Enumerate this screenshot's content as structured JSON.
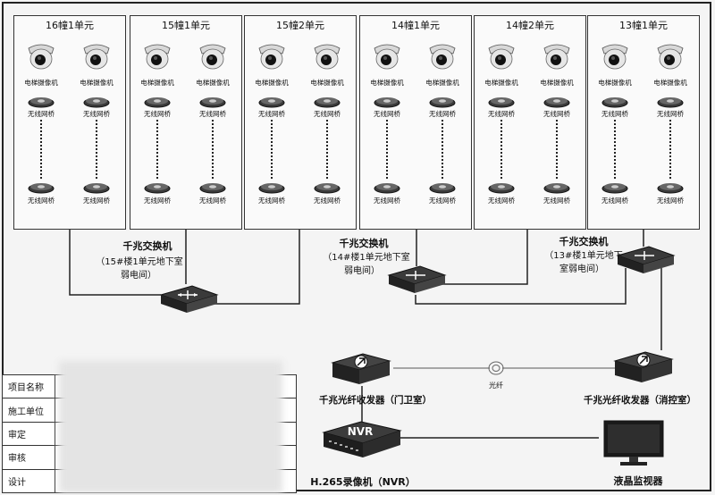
{
  "units": [
    {
      "title": "16幢1单元"
    },
    {
      "title": "15幢1单元"
    },
    {
      "title": "15幢2单元"
    },
    {
      "title": "14幢1单元"
    },
    {
      "title": "14幢2单元"
    },
    {
      "title": "13幢1单元"
    }
  ],
  "camera_label": "电梯摄像机",
  "bridge_label": "无线网桥",
  "switches": [
    {
      "title": "千兆交换机",
      "location": "（15#楼1单元地下室弱电间）",
      "loc_line1": "（15#楼1单元地下室",
      "loc_line2": "弱电间）"
    },
    {
      "title": "千兆交换机",
      "loc_line1": "（14#楼1单元地下室",
      "loc_line2": "弱电间）"
    },
    {
      "title": "千兆交换机",
      "loc_line1": "（13#楼1单元地下",
      "loc_line2": "室弱电间）"
    }
  ],
  "transceiver_gate": "千兆光纤收发器（门卫室）",
  "transceiver_control": "千兆光纤收发器（消控室）",
  "fiber_label": "光纤",
  "nvr_badge": "NVR",
  "nvr_label": "H.265录像机（NVR）",
  "monitor_label": "液晶监视器",
  "info_table": {
    "rows": [
      "项目名称",
      "施工单位",
      "审定",
      "审核",
      "设计"
    ]
  }
}
